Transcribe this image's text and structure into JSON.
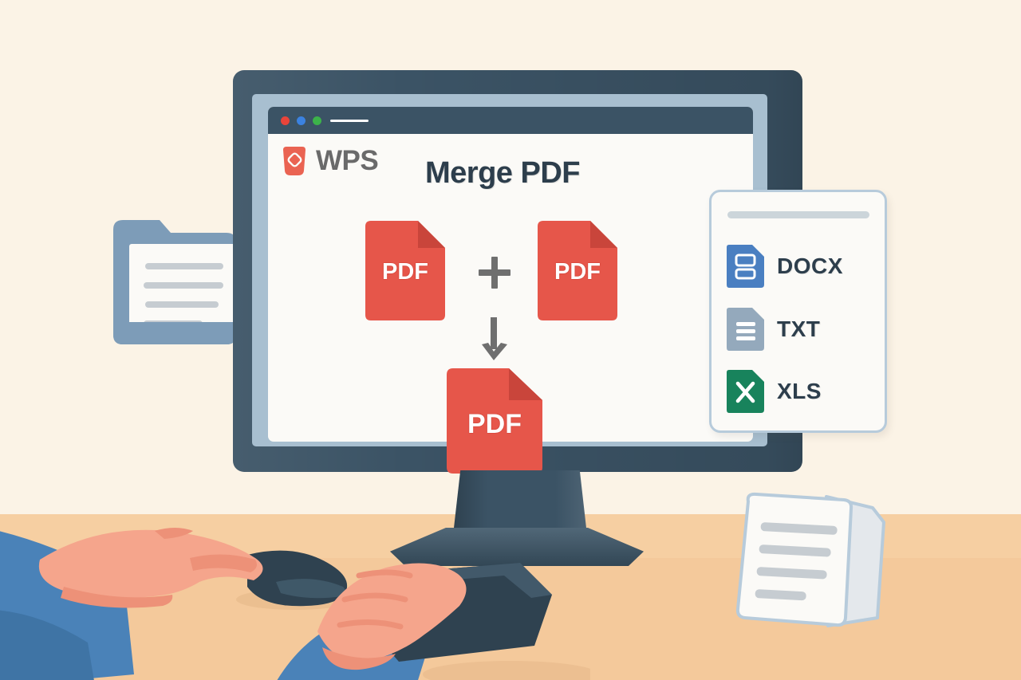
{
  "meta": {
    "scene_title": "WPS Merge PDF illustration",
    "domain": "illustration"
  },
  "palette": {
    "background": "#fbf3e6",
    "desk": "#f6cfa2",
    "desk_front": "#f2c596",
    "monitor_frame": "#3b5365",
    "monitor_inner": "#a8bfd0",
    "window_bg": "#fbfaf7",
    "pdf_red": "#e6564a",
    "pdf_red_fold": "#c9453b",
    "accent_blue": "#4a82b8",
    "skin": "#f5a58c",
    "skin_shadow": "#ed9178",
    "mouse_dark": "#2f4250",
    "text_dark": "#2d3e4c",
    "gray_arrow": "#6f6f6f",
    "docx_blue": "#4a7fc1",
    "txt_gray": "#94a9bc",
    "xls_green": "#18835c",
    "panel_border": "#b7cbdb",
    "doc_line": "#c6ccd1"
  },
  "browser": {
    "window_dots": [
      {
        "name": "close",
        "color": "#e8443a"
      },
      {
        "name": "minimize",
        "color": "#3b82e0"
      },
      {
        "name": "maximize",
        "color": "#3cb34a"
      }
    ],
    "address_bar_value": ""
  },
  "brand": {
    "logo_icon": "wps-diamond-icon",
    "wordmark": "WPS"
  },
  "headline": {
    "text": "Merge PDF"
  },
  "merge_flow": {
    "input_files": [
      {
        "label": "PDF",
        "name": "pdf-input-1"
      },
      {
        "label": "PDF",
        "name": "pdf-input-2"
      }
    ],
    "operator": "+",
    "direction_icon": "arrow-down-icon",
    "output_file": {
      "label": "PDF",
      "name": "pdf-output"
    }
  },
  "format_panel": {
    "header_label": "",
    "formats": [
      {
        "label": "DOCX",
        "icon": "docx-file-icon",
        "color": "#4a7fc1"
      },
      {
        "label": "TXT",
        "icon": "txt-file-icon",
        "color": "#94a9bc"
      },
      {
        "label": "XLS",
        "icon": "xls-file-icon",
        "color": "#18835c"
      }
    ]
  },
  "decor": {
    "folder": {
      "name": "folder-with-document",
      "line_count": 4
    },
    "desk_document": {
      "name": "paper-document",
      "line_count": 4
    },
    "mouse": {
      "name": "computer-mouse"
    },
    "keyboard": {
      "name": "keyboard-device"
    }
  }
}
